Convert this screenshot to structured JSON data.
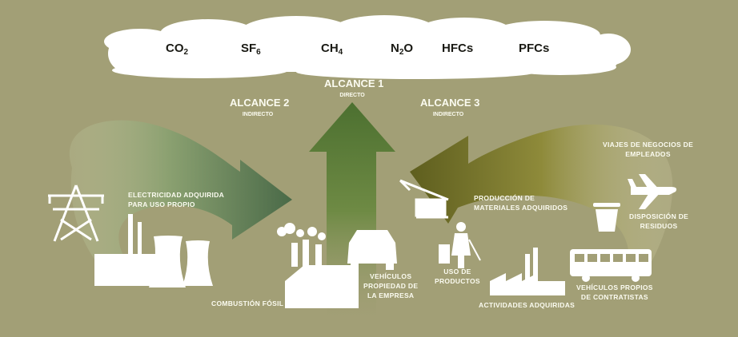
{
  "gases": [
    {
      "base": "CO",
      "sub": "2"
    },
    {
      "base": "SF",
      "sub": "6"
    },
    {
      "base": "CH",
      "sub": "4"
    },
    {
      "base": "N",
      "sub": "2",
      "tail": "O"
    },
    {
      "base": "HFCs",
      "sub": ""
    },
    {
      "base": "PFCs",
      "sub": ""
    }
  ],
  "scopes": {
    "scope1": {
      "title": "ALCANCE 1",
      "subtitle": "DIRECTO"
    },
    "scope2": {
      "title": "ALCANCE 2",
      "subtitle": "INDIRECTO"
    },
    "scope3": {
      "title": "ALCANCE 3",
      "subtitle": "INDIRECTO"
    }
  },
  "labels": {
    "electricity": "ELECTRICIDAD ADQUIRIDA",
    "electricity_2": "PARA USO PROPIO",
    "combustion": "COMBUSTIÓN FÓSIL",
    "company_vehicles": "VEHÍCULOS",
    "company_vehicles_2": "PROPIEDAD DE",
    "company_vehicles_3": "LA EMPRESA",
    "production": "PRODUCCIÓN DE",
    "production_2": "MATERIALES ADQUIRIDOS",
    "product_use": "USO DE",
    "product_use_2": "PRODUCTOS",
    "outsourced": "ACTIVIDADES ADQUIRIDAS",
    "business_travel": "VIAJES DE NEGOCIOS DE",
    "business_travel_2": "EMPLEADOS",
    "waste": "DISPOSICIÓN DE",
    "waste_2": "RESIDUOS",
    "contractor_vehicles": "VEHÍCULOS PROPIOS",
    "contractor_vehicles_2": "DE CONTRATISTAS"
  },
  "colors": {
    "background": "#a29f76",
    "cloud": "#ffffff",
    "scope1_arrow": "#6e8a44",
    "scope2_arrow": "#5a7450",
    "scope3_arrow": "#6a6c2a"
  }
}
